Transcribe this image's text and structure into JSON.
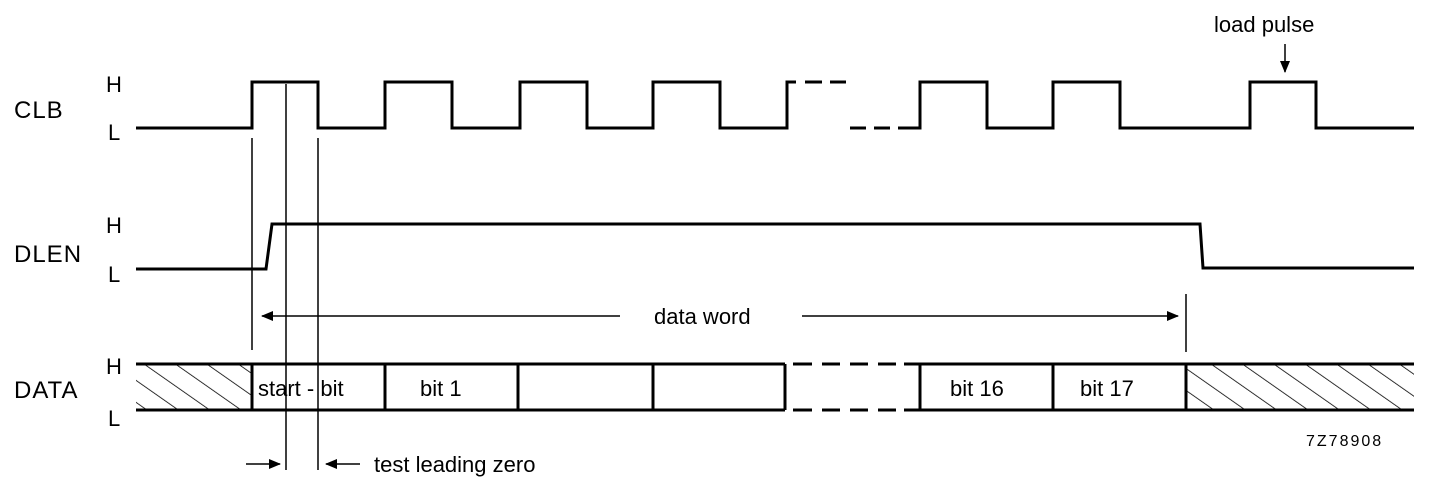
{
  "signals": {
    "clb": {
      "name": "CLB",
      "high": "H",
      "low": "L"
    },
    "dlen": {
      "name": "DLEN",
      "high": "H",
      "low": "L"
    },
    "data": {
      "name": "DATA",
      "high": "H",
      "low": "L"
    }
  },
  "annotations": {
    "load_pulse": "load pulse",
    "data_word": "data word",
    "start_bit": "start - bit",
    "test_leading_zero": "test leading zero",
    "figure_code": "7Z78908"
  },
  "bits": {
    "bit_1": "bit 1",
    "bit_16": "bit 16",
    "bit_17": "bit 17"
  }
}
